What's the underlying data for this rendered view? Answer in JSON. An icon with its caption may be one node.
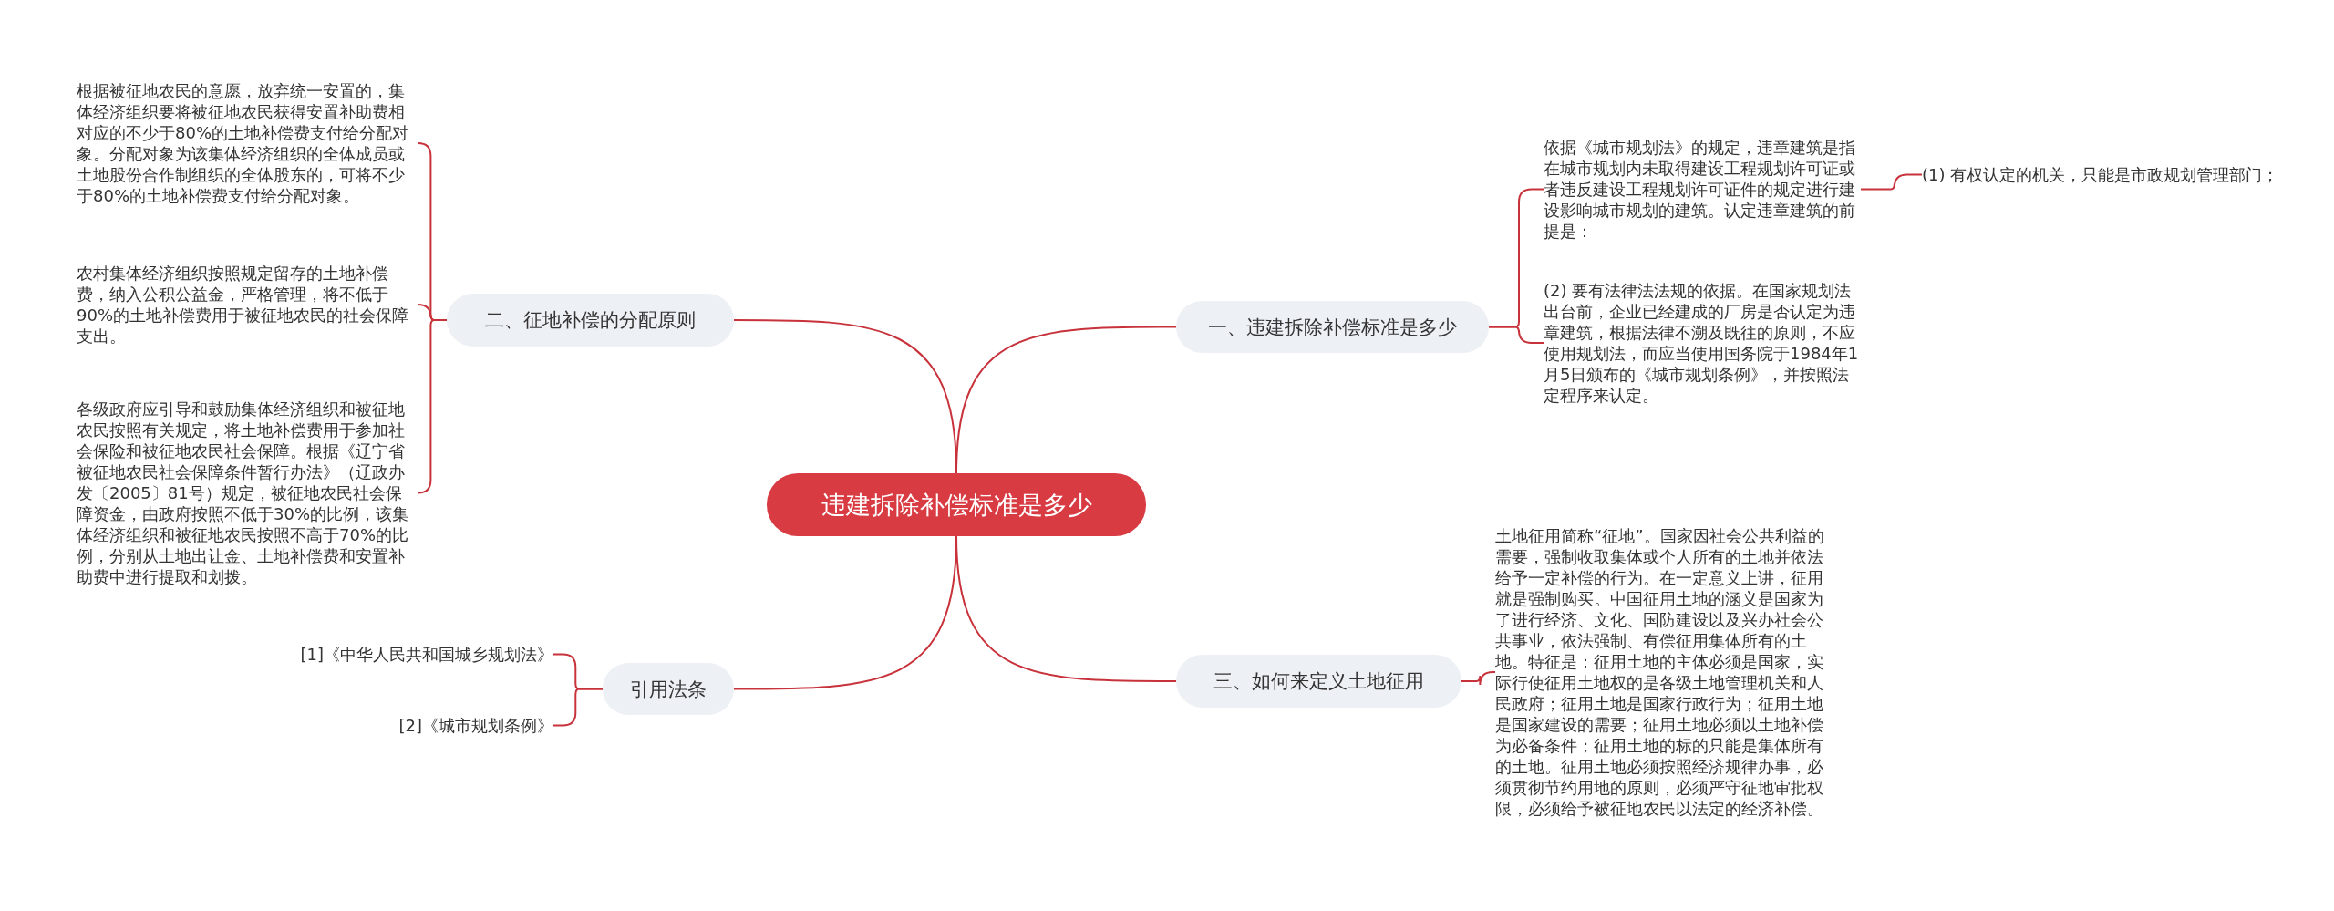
{
  "diagram": {
    "nodes": [
      {
        "text": [
          "违建拆除补偿标准是多少"
        ]
      },
      {
        "text": [
          "一、违建拆除补偿标准是多少"
        ]
      },
      {
        "text": [
          "依据《城市规划法》的规定，违章建筑是指在城市规划内未取得建设工程规划许可证或者违反建设工程规划许可证件的规定进行建设影响城市规划的建筑。认定违章建筑的前提是："
        ]
      },
      {
        "text": [
          "(1) 有权认定的机关，只能是市政规划管理部门；"
        ]
      },
      {
        "text": [
          "(2) 要有法律法法规的依据。在国家规划法出台前，企业已经建成的厂房是否认定为违章建筑，根据法律不溯及既往的原则，不应使用规划法，而应当使用国务院于1984年1月5日颁布的《城市规划条例》，并按照法定程序来认定。"
        ]
      },
      {
        "text": [
          "三、如何来定义土地征用"
        ]
      },
      {
        "text": [
          "土地征用简称“征地”。国家因社会公共利益的需要，强制收取集体或个人所有的土地并依法给予一定补偿的行为。在一定意义上讲，征用就是强制购买。中国征用土地的涵义是国家为了进行经济、文化、国防建设以及兴办社会公共事业，依法强制、有偿征用集体所有的土地。特征是：征用土地的主体必须是国家，实际行使征用土地权的是各级土地管理机关和人民政府；征用土地是国家行政行为；征用土地是国家建设的需要；征用土地必须以土地补偿为必备条件；征用土地的标的只能是集体所有的土地。征用土地必须按照经济规律办事，必须贯彻节约用地的原则，必须严守征地审批权限，必须给予被征地农民以法定的经济补偿。"
        ]
      },
      {
        "text": [
          "二、征地补偿的分配原则"
        ]
      },
      {
        "text": [
          "根据被征地农民的意愿，放弃统一安置的，集体经济组织要将被征地农民获得安置补助费相对应的不少于80%的土地补偿费支付给分配对象。分配对象为该集体经济组织的全体成员或土地股份合作制组织的全体股东的，可将不少于80%的土地补偿费支付给分配对象。"
        ]
      },
      {
        "text": [
          "农村集体经济组织按照规定留存的土地补偿费，纳入公积公益金，严格管理，将不低于90%的土地补偿费用于被征地农民的社会保障支出。"
        ]
      },
      {
        "text": [
          "各级政府应引导和鼓励集体经济组织和被征地农民按照有关规定，将土地补偿费用于参加社会保险和被征地农民社会保障。根据《辽宁省被征地农民社会保障条件暂行办法》（辽政办发〔2005〕81号）规定，被征地农民社会保障资金，由政府按照不低于30%的比例，该集体经济组织和被征地农民按照不高于70%的比例，分别从土地出让金、土地补偿费和安置补助费中进行提取和划拨。"
        ]
      },
      {
        "text": [
          "引用法条"
        ]
      },
      {
        "text": [
          "[1]《中华人民共和国城乡规划法》"
        ]
      },
      {
        "text": [
          "[2]《城市规划条例》"
        ]
      }
    ],
    "edges": [
      {
        "from": 0,
        "to": 1,
        "arrow": "none"
      },
      {
        "from": 1,
        "to": 2,
        "arrow": "none"
      },
      {
        "from": 2,
        "to": 3,
        "arrow": "none"
      },
      {
        "from": 1,
        "to": 4,
        "arrow": "none"
      },
      {
        "from": 0,
        "to": 5,
        "arrow": "none"
      },
      {
        "from": 5,
        "to": 6,
        "arrow": "none"
      },
      {
        "from": 0,
        "to": 7,
        "arrow": "none"
      },
      {
        "from": 7,
        "to": 8,
        "arrow": "none"
      },
      {
        "from": 7,
        "to": 9,
        "arrow": "none"
      },
      {
        "from": 7,
        "to": 10,
        "arrow": "none"
      },
      {
        "from": 0,
        "to": 11,
        "arrow": "none"
      },
      {
        "from": 11,
        "to": 12,
        "arrow": "none"
      },
      {
        "from": 11,
        "to": 13,
        "arrow": "none"
      }
    ]
  }
}
